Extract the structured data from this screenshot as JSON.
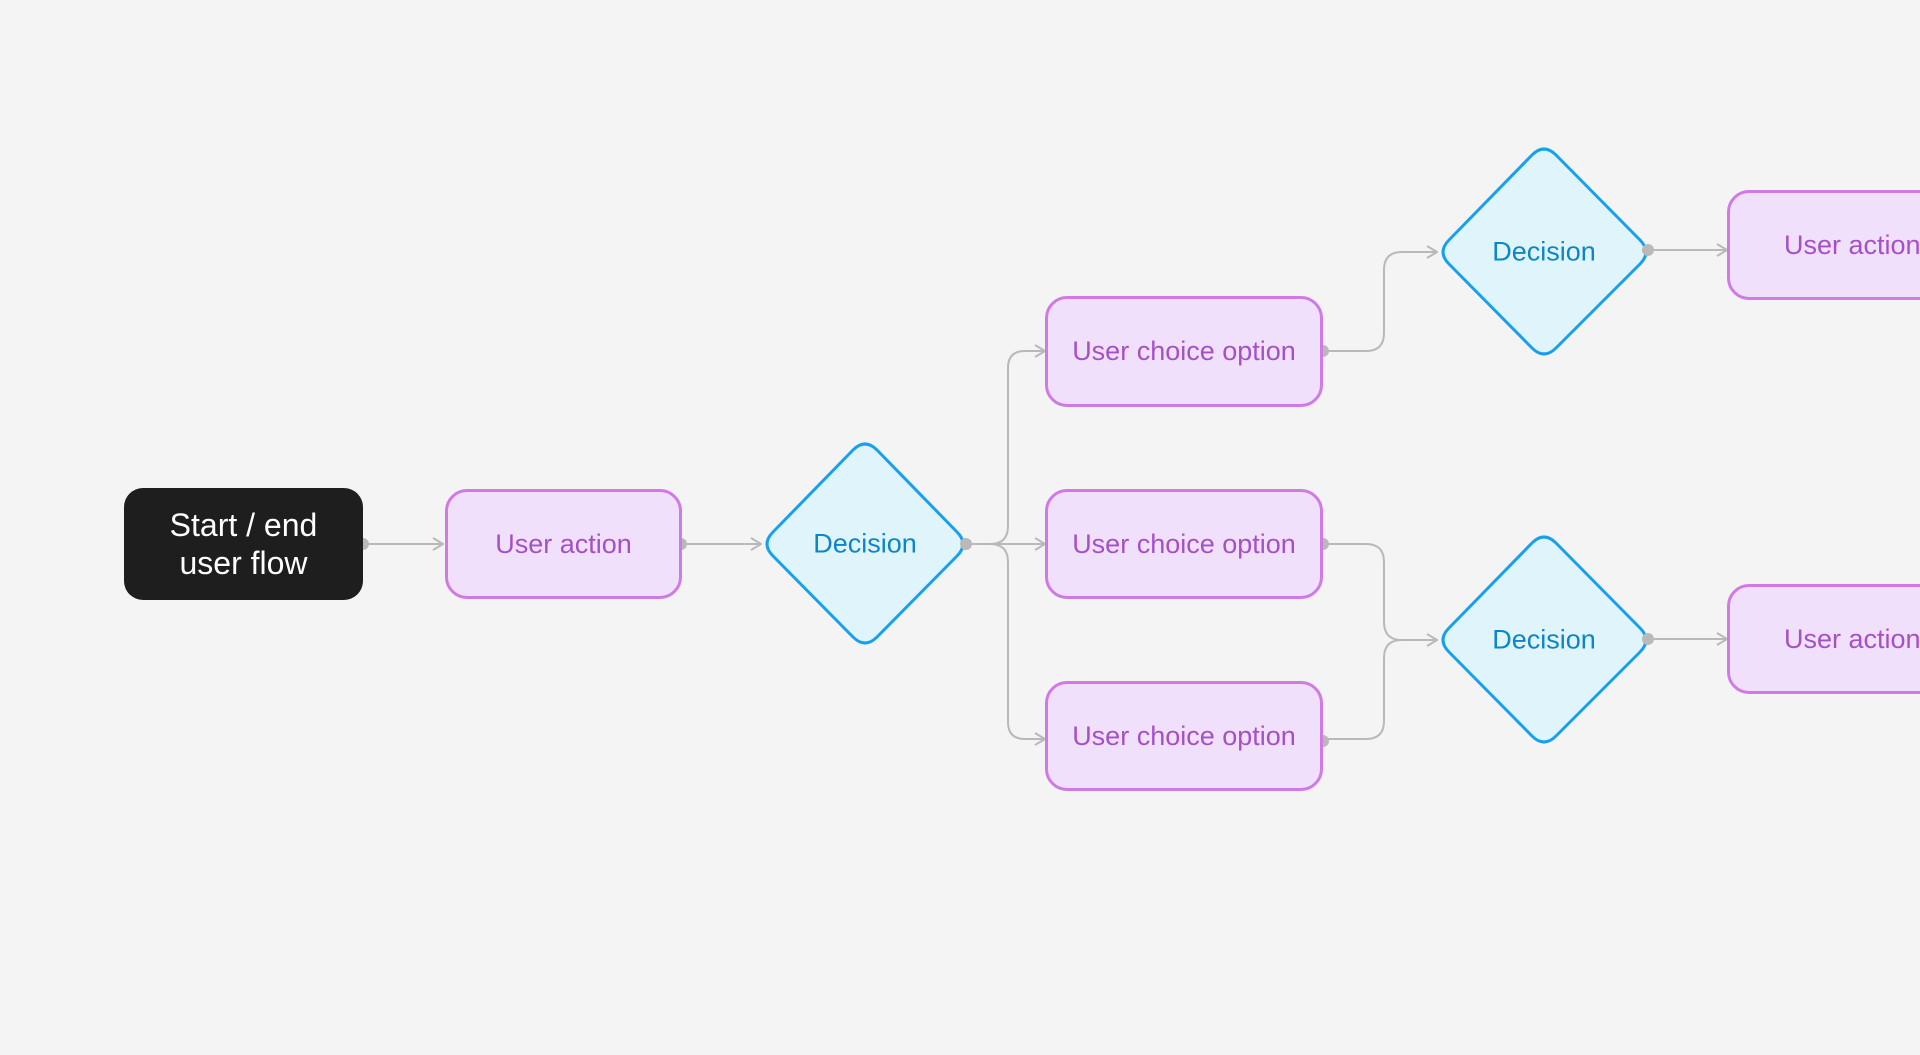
{
  "diagram": {
    "start": {
      "label_line1": "Start / end",
      "label_line2": "user flow"
    },
    "user_action_1": {
      "label": "User action"
    },
    "decision_1": {
      "label": "Decision"
    },
    "choice_option_1": {
      "label": "User choice option"
    },
    "choice_option_2": {
      "label": "User choice option"
    },
    "choice_option_3": {
      "label": "User choice option"
    },
    "decision_2": {
      "label": "Decision"
    },
    "decision_3": {
      "label": "Decision"
    },
    "user_action_2": {
      "label": "User action"
    },
    "user_action_3": {
      "label": "User action"
    }
  },
  "colors": {
    "background": "#f4f4f4",
    "start_fill": "#1e1e1e",
    "action_fill": "#f0e0fc",
    "action_stroke": "#d07ae6",
    "action_text": "#a650c8",
    "decision_fill": "#e0f4fc",
    "decision_stroke": "#18a0ec",
    "decision_text": "#0a86c9",
    "connector": "#b9b9b9"
  }
}
